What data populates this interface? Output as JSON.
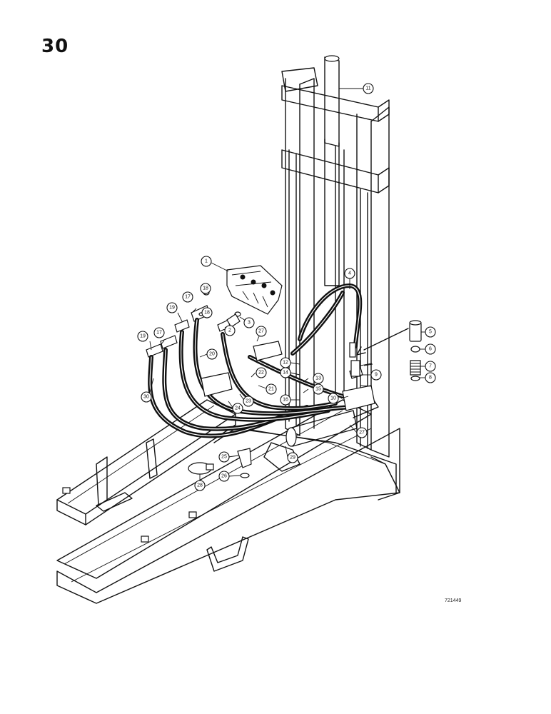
{
  "page": {
    "number": "30",
    "drawing_id": "721449"
  },
  "callouts": [
    "1",
    "2",
    "3",
    "4",
    "5",
    "6",
    "7",
    "8",
    "9",
    "10",
    "11",
    "12",
    "13",
    "14",
    "15",
    "16",
    "17",
    "17",
    "18",
    "18",
    "19",
    "19",
    "20",
    "21",
    "22",
    "23",
    "24",
    "25",
    "26",
    "27",
    "27",
    "28",
    "29",
    "30"
  ]
}
